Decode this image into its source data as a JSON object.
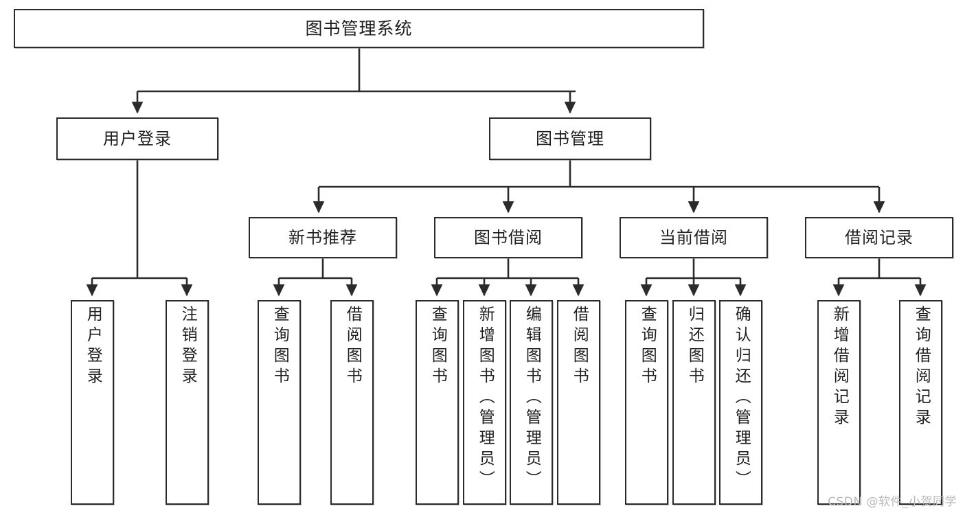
{
  "diagram": {
    "type": "tree",
    "title": "图书管理系统",
    "colors": {
      "stroke": "#2b2b2b",
      "fill": "#ffffff",
      "text": "#1f1f1f",
      "watermark": "#b9b9b9"
    },
    "root": {
      "label": "图书管理系统"
    },
    "level2": [
      {
        "label": "用户登录"
      },
      {
        "label": "图书管理"
      }
    ],
    "level3": [
      {
        "label": "新书推荐"
      },
      {
        "label": "图书借阅"
      },
      {
        "label": "当前借阅"
      },
      {
        "label": "借阅记录"
      }
    ],
    "leaves": {
      "user_login": [
        {
          "label": "用户登录"
        },
        {
          "label": "注销登录"
        }
      ],
      "new_book_recommend": [
        {
          "label": "查询图书"
        },
        {
          "label": "借阅图书"
        }
      ],
      "book_borrow": [
        {
          "label": "查询图书"
        },
        {
          "label": "新增图书（管理员）"
        },
        {
          "label": "编辑图书（管理员）"
        },
        {
          "label": "借阅图书"
        }
      ],
      "current_borrow": [
        {
          "label": "查询图书"
        },
        {
          "label": "归还图书"
        },
        {
          "label": "确认归还（管理员）"
        }
      ],
      "borrow_record": [
        {
          "label": "新增借阅记录"
        },
        {
          "label": "查询借阅记录"
        }
      ]
    }
  },
  "watermark": {
    "text": "CSDN @软件_小贺同学"
  }
}
